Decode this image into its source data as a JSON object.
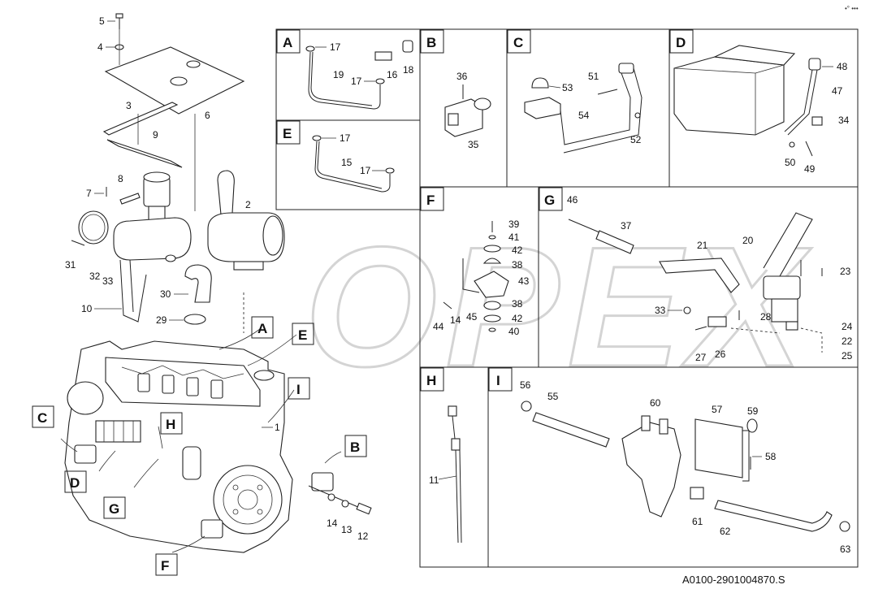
{
  "drawing_code": "A0100-2901004870.S",
  "corner_mark": "•° •••",
  "watermark": "OPEX",
  "main_callouts": [
    "5",
    "4",
    "3",
    "9",
    "6",
    "8",
    "7",
    "2",
    "31",
    "32",
    "33",
    "30",
    "10",
    "29",
    "1",
    "14",
    "13",
    "12",
    "11"
  ],
  "panels": [
    {
      "letter": "A",
      "parts": [
        "17",
        "19",
        "17",
        "16",
        "18"
      ]
    },
    {
      "letter": "B",
      "parts": [
        "36",
        "35"
      ]
    },
    {
      "letter": "C",
      "parts": [
        "53",
        "51",
        "54",
        "52"
      ]
    },
    {
      "letter": "D",
      "parts": [
        "48",
        "47",
        "34",
        "50",
        "49"
      ]
    },
    {
      "letter": "E",
      "parts": [
        "17",
        "15",
        "17"
      ]
    },
    {
      "letter": "F",
      "parts": [
        "39",
        "41",
        "42",
        "38",
        "43",
        "38",
        "42",
        "40",
        "44",
        "14",
        "45"
      ]
    },
    {
      "letter": "G",
      "parts": [
        "46",
        "37",
        "21",
        "20",
        "23",
        "33",
        "28",
        "24",
        "22",
        "25",
        "27",
        "26"
      ]
    },
    {
      "letter": "H",
      "parts": [
        "11"
      ]
    },
    {
      "letter": "I",
      "parts": [
        "56",
        "55",
        "60",
        "57",
        "59",
        "58",
        "61",
        "62",
        "63"
      ]
    }
  ],
  "view_tags": [
    "A",
    "E",
    "I",
    "C",
    "H",
    "B",
    "D",
    "G",
    "F"
  ],
  "colors": {
    "ink": "#111111",
    "watermark": "#d8d8d8",
    "background": "#ffffff"
  }
}
